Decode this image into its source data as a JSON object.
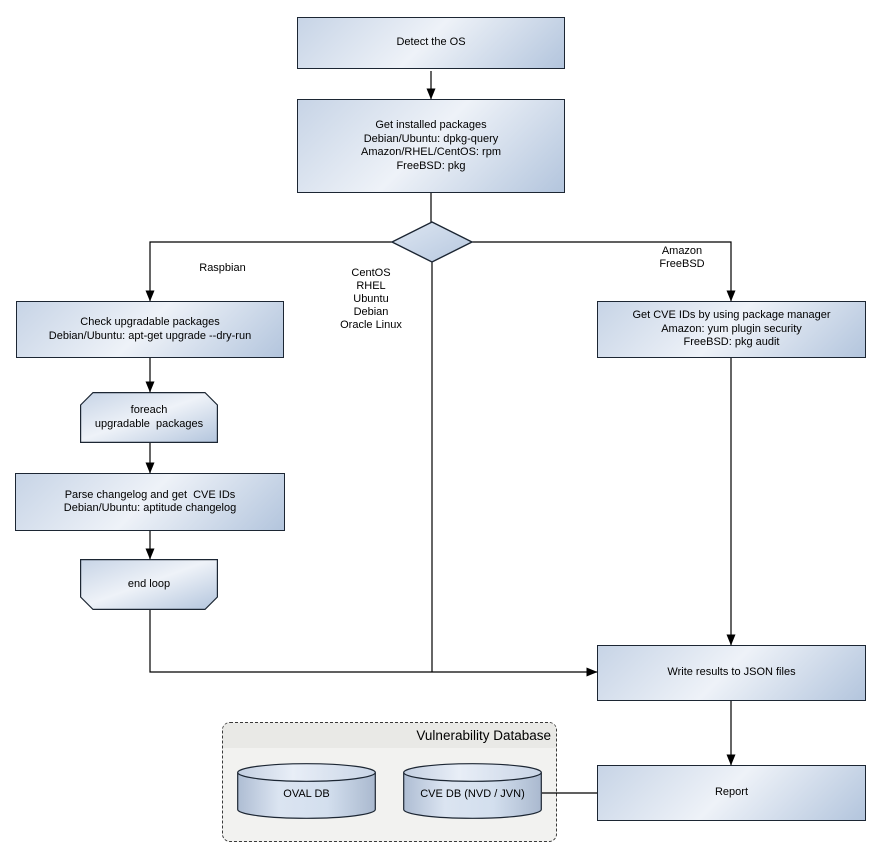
{
  "theme": {
    "canvas-bg": "#ffffff",
    "stroke": "#1c2633",
    "line": "#000000",
    "grad-a": "#c7d4e6",
    "grad-b": "#eef2f8",
    "grad-c": "#b3c5dd",
    "db-bg": "#f2f2f0",
    "db-band": "#e9e9e6",
    "text": "#000000"
  },
  "diagram": {
    "nodes": {
      "detect_os": {
        "lines": [
          "Detect the OS"
        ]
      },
      "get_installed_packages": {
        "lines": [
          "Get installed packages",
          "Debian/Ubuntu: dpkg-query",
          "Amazon/RHEL/CentOS: rpm",
          "FreeBSD: pkg"
        ]
      },
      "check_upgradable": {
        "lines": [
          "Check upgradable packages",
          "Debian/Ubuntu: apt-get upgrade --dry-run"
        ]
      },
      "foreach_loop": {
        "lines": [
          "foreach",
          "upgradable  packages"
        ]
      },
      "parse_changelog": {
        "lines": [
          "Parse changelog and get  CVE IDs",
          "Debian/Ubuntu: aptitude changelog"
        ]
      },
      "end_loop": {
        "lines": [
          "end loop"
        ]
      },
      "get_cve_ids": {
        "lines": [
          "Get CVE IDs by using package manager",
          "Amazon: yum plugin security",
          "FreeBSD: pkg audit"
        ]
      },
      "write_results": {
        "lines": [
          "Write results to JSON files"
        ]
      },
      "report": {
        "lines": [
          "Report"
        ]
      }
    },
    "edge_labels": {
      "raspbian": "Raspbian",
      "amazon_freebsd": [
        "Amazon",
        "FreeBSD"
      ],
      "middle_group": [
        "CentOS",
        "RHEL",
        "Ubuntu",
        "Debian",
        "Oracle Linux"
      ]
    },
    "database": {
      "title": "Vulnerability Database",
      "cylinders": [
        {
          "label": "OVAL DB"
        },
        {
          "label": "CVE DB (NVD / JVN)"
        }
      ]
    }
  }
}
